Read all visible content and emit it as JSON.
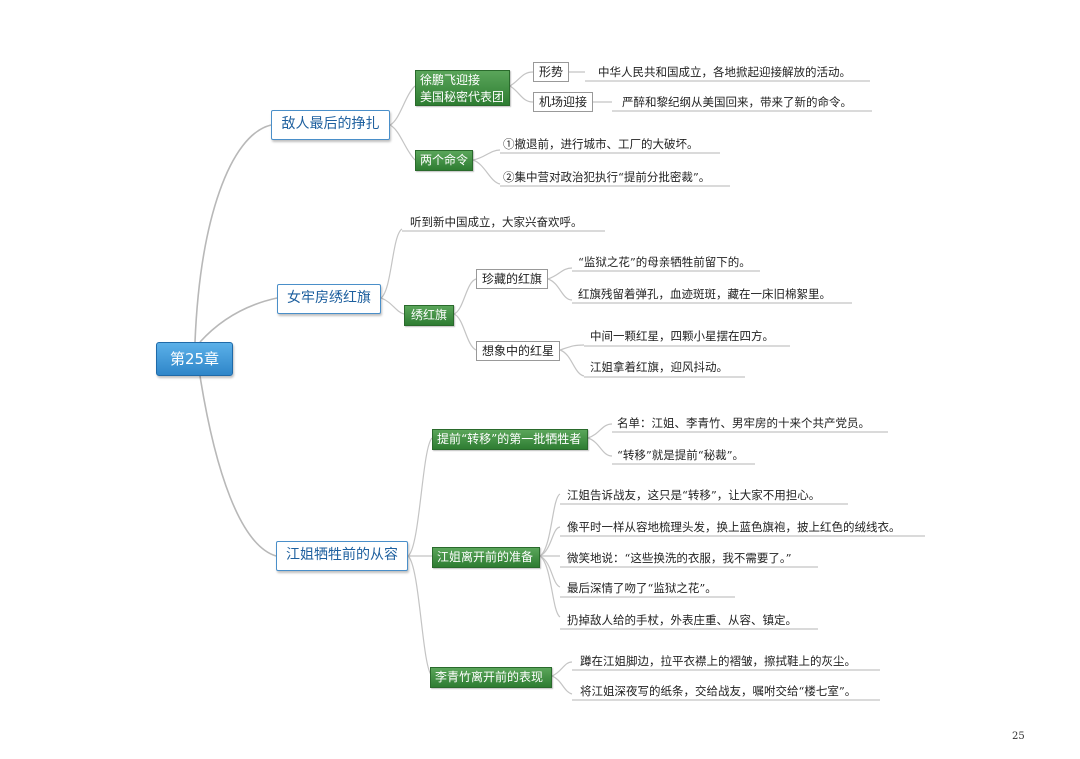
{
  "root": "第25章",
  "branches": {
    "b1": {
      "label": "敌人最后的挣扎",
      "g1": {
        "label_line1": "徐鹏飞迎接",
        "label_line2": "美国秘密代表团",
        "s1": {
          "label": "形势",
          "leaf": "中华人民共和国成立，各地掀起迎接解放的活动。"
        },
        "s2": {
          "label": "机场迎接",
          "leaf": "严醉和黎纪纲从美国回来，带来了新的命令。"
        }
      },
      "g2": {
        "label": "两个命令",
        "leaf1": "①撤退前，进行城市、工厂的大破坏。",
        "leaf2": "②集中营对政治犯执行“提前分批密裁”。"
      }
    },
    "b2": {
      "label": "女牢房绣红旗",
      "leaf0": "听到新中国成立，大家兴奋欢呼。",
      "g1": {
        "label": "绣红旗",
        "s1": {
          "label": "珍藏的红旗",
          "leaf1": "“监狱之花”的母亲牺牲前留下的。",
          "leaf2": "红旗残留着弹孔，血迹斑斑，藏在一床旧棉絮里。"
        },
        "s2": {
          "label": "想象中的红星",
          "leaf1": "中间一颗红星，四颗小星摆在四方。",
          "leaf2": "江姐拿着红旗，迎风抖动。"
        }
      }
    },
    "b3": {
      "label": "江姐牺牲前的从容",
      "g1": {
        "label": "提前“转移”的第一批牺牲者",
        "leaf1": "名单：江姐、李青竹、男牢房的十来个共产党员。",
        "leaf2": "“转移”就是提前“秘裁”。"
      },
      "g2": {
        "label": "江姐离开前的准备",
        "leaf1": "江姐告诉战友，这只是“转移”，让大家不用担心。",
        "leaf2": "像平时一样从容地梳理头发，换上蓝色旗袍，披上红色的绒线衣。",
        "leaf3": "微笑地说：“这些换洗的衣服，我不需要了。”",
        "leaf4": "最后深情了吻了“监狱之花”。",
        "leaf5": "扔掉敌人给的手杖，外表庄重、从容、镇定。"
      },
      "g3": {
        "label": "李青竹离开前的表现",
        "leaf1": "蹲在江姐脚边，拉平衣襟上的褶皱，擦拭鞋上的灰尘。",
        "leaf2": "将江姐深夜写的纸条，交给战友，嘱咐交给“楼七室”。"
      }
    }
  },
  "page_number": "25"
}
